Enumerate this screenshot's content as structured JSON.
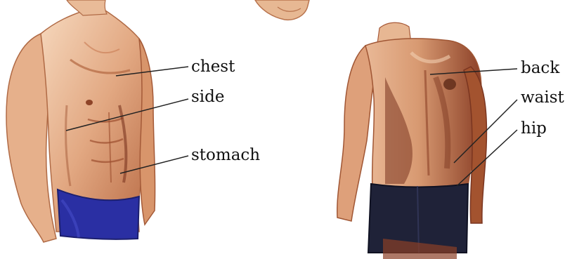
{
  "labels": {
    "chest": "chest",
    "side": "side",
    "stomach": "stomach",
    "back": "back",
    "waist": "waist",
    "hip": "hip"
  },
  "colors": {
    "skin_light": "#f1c9a8",
    "skin_mid": "#d99a70",
    "skin_shadow": "#a85a38",
    "skin_dark": "#7a3520",
    "shorts_front": "#2a2fa3",
    "shorts_back": "#1f2238",
    "leader_line": "#222222"
  }
}
